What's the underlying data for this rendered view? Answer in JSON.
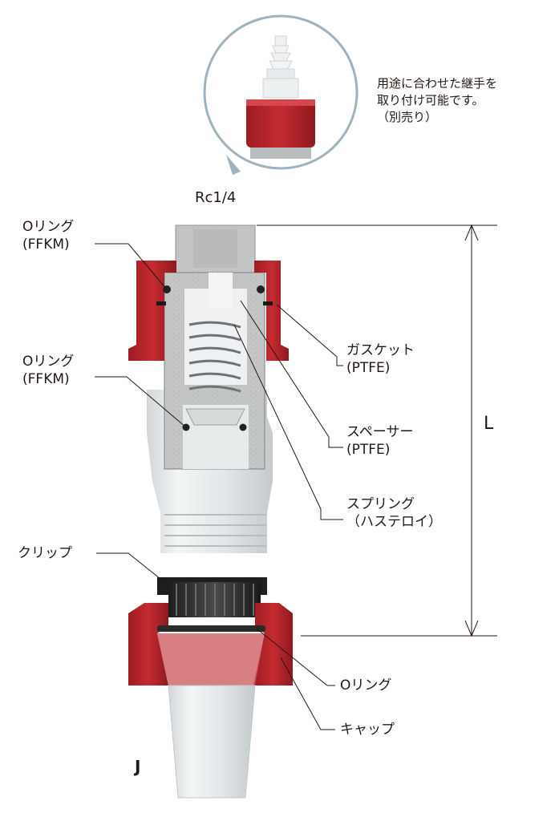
{
  "callout": {
    "note_lines": [
      "用途に合わせた継手を",
      "取り付け可能です。",
      "（別売り）"
    ],
    "thread": "Rc1/4"
  },
  "left_labels": {
    "oring_top": [
      "Oリング",
      "(FFKM)"
    ],
    "oring_mid": [
      "Oリング",
      "(FFKM)"
    ],
    "clip": "クリップ"
  },
  "right_labels": {
    "gasket": [
      "ガスケット",
      "(PTFE)"
    ],
    "spacer": [
      "スペーサー",
      "(PTFE)"
    ],
    "spring": [
      "スプリング",
      "（ハステロイ）"
    ],
    "oring_bottom": "Oリング",
    "cap": "キャップ"
  },
  "dimensions": {
    "length": "L",
    "joint": "J"
  },
  "colors": {
    "cap_red": "#b8232a",
    "cap_dark": "#8e1a1f",
    "body_gray": "#c7c8c8",
    "tube": "#e6e9ea",
    "line": "#231815"
  }
}
